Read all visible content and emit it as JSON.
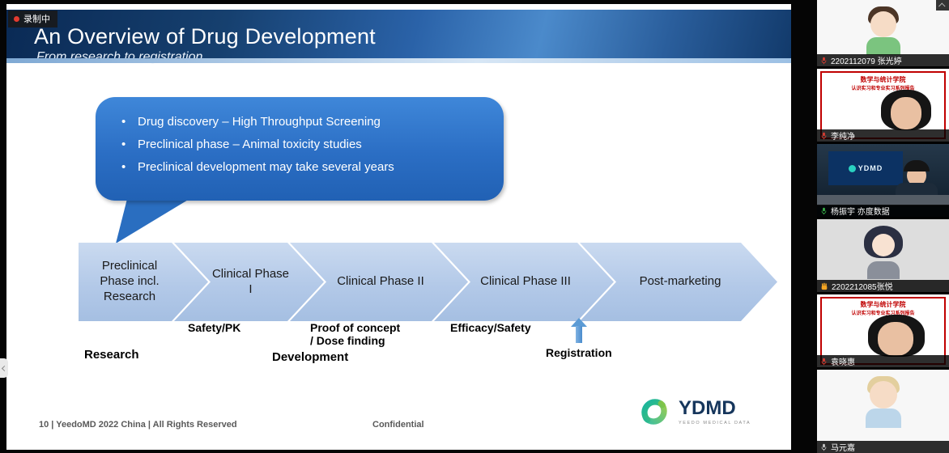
{
  "recording": {
    "label": "录制中"
  },
  "slide": {
    "title": "An Overview of Drug Development",
    "subtitle": "From research to registration",
    "callout_bullets": [
      "Drug discovery – High Throughput Screening",
      "Preclinical phase – Animal toxicity studies",
      "Preclinical development may take several years"
    ],
    "phases": [
      "Preclinical Phase incl. Research",
      "Clinical Phase I",
      "Clinical Phase II",
      "Clinical Phase III",
      "Post-marketing"
    ],
    "milestones": {
      "safety": "Safety/PK",
      "proof": "Proof of concept\n/ Dose finding",
      "efficacy": "Efficacy/Safety",
      "registration": "Registration"
    },
    "stages": {
      "research": "Research",
      "development": "Development"
    },
    "footer": {
      "left": "10  |  YeedoMD  2022  China  |  All Rights Reserved",
      "center": "Confidential"
    },
    "logo": {
      "name": "YDMD",
      "tagline": "YEEDO MEDICAL DATA"
    }
  },
  "participants": [
    {
      "name": "2202112079 张光婷",
      "status": "muted"
    },
    {
      "name": "李纯净",
      "status": "muted"
    },
    {
      "name": "杨振宇 亦度数据",
      "status": "active"
    },
    {
      "name": "2202212085张悦",
      "status": "hand-raised"
    },
    {
      "name": "袁晓惠",
      "status": "muted"
    },
    {
      "name": "马元嘉",
      "status": "muted"
    }
  ],
  "remote_slide_caption": {
    "line1": "数学与统计学院",
    "line2": "认识实习和专业实习系列报告"
  },
  "remote_screen_logo": "YDMD",
  "colors": {
    "header_blue": "#1c4f8f",
    "bubble_blue": "#2b6ec4",
    "chevron_blue": "#b3c9e8",
    "mic_muted": "#e03c31",
    "mic_active": "#3ab54a",
    "hand_raised": "#f5a623",
    "recording_red": "#e33b30"
  }
}
